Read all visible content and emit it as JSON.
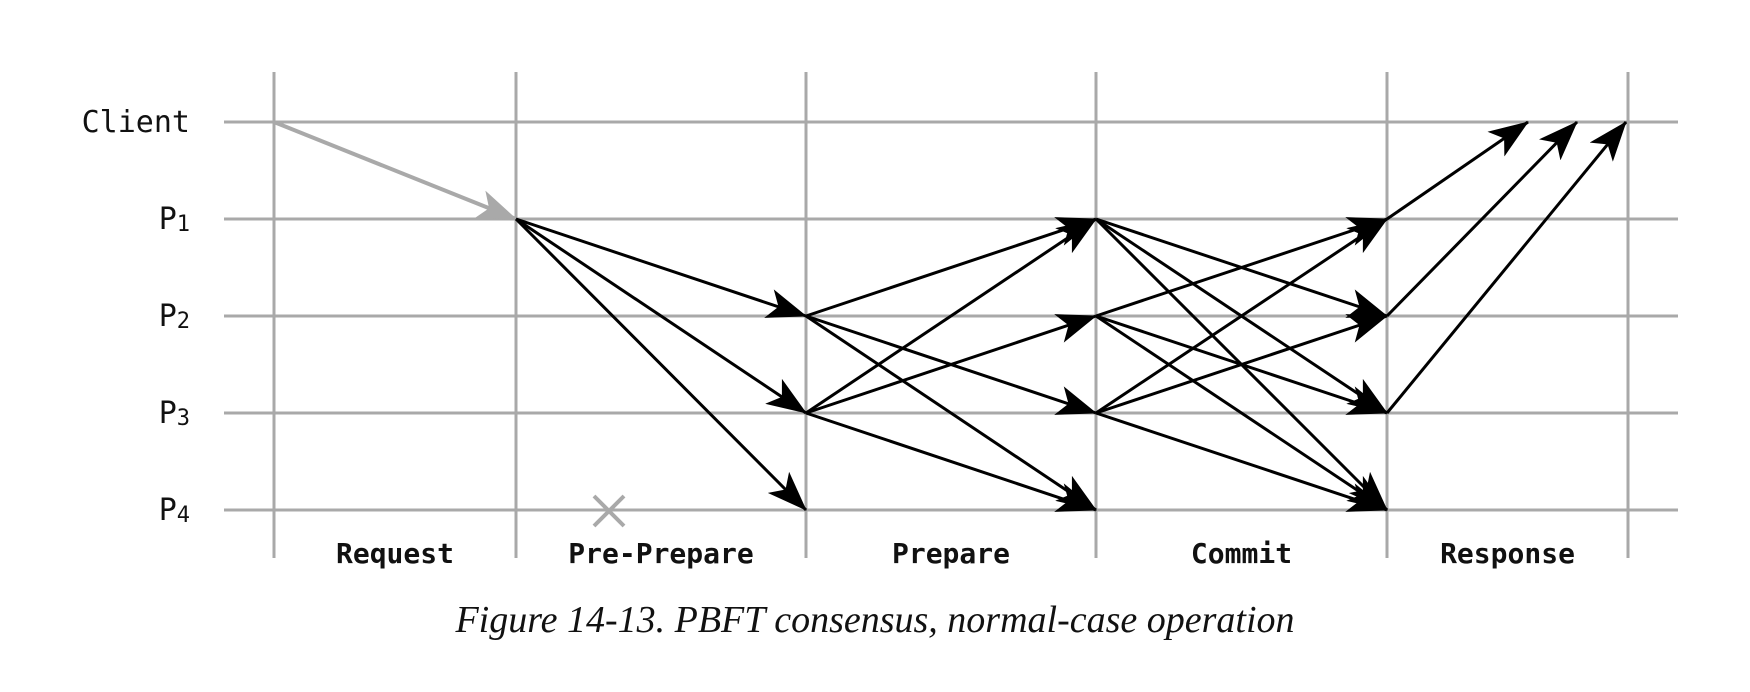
{
  "diagram": {
    "rows": [
      {
        "id": "client",
        "label": "Client"
      },
      {
        "id": "p1",
        "label": "P",
        "sub": "1"
      },
      {
        "id": "p2",
        "label": "P",
        "sub": "2"
      },
      {
        "id": "p3",
        "label": "P",
        "sub": "3"
      },
      {
        "id": "p4",
        "label": "P",
        "sub": "4",
        "faulty": true
      }
    ],
    "phases": [
      "Request",
      "Pre-Prepare",
      "Prepare",
      "Commit",
      "Response"
    ],
    "messages": [
      {
        "phase": "Request",
        "from": "Client",
        "to": "P1",
        "color": "#a9a9a9"
      },
      {
        "phase": "Pre-Prepare",
        "from": "P1",
        "to": "P2",
        "color": "#000000"
      },
      {
        "phase": "Pre-Prepare",
        "from": "P1",
        "to": "P3",
        "color": "#000000"
      },
      {
        "phase": "Pre-Prepare",
        "from": "P1",
        "to": "P4",
        "color": "#000000"
      },
      {
        "phase": "Prepare",
        "from": "P2",
        "to": "P1",
        "color": "#000000"
      },
      {
        "phase": "Prepare",
        "from": "P2",
        "to": "P3",
        "color": "#000000"
      },
      {
        "phase": "Prepare",
        "from": "P2",
        "to": "P4",
        "color": "#000000"
      },
      {
        "phase": "Prepare",
        "from": "P3",
        "to": "P1",
        "color": "#000000"
      },
      {
        "phase": "Prepare",
        "from": "P3",
        "to": "P2",
        "color": "#000000"
      },
      {
        "phase": "Prepare",
        "from": "P3",
        "to": "P4",
        "color": "#000000"
      },
      {
        "phase": "Commit",
        "from": "P1",
        "to": "P2",
        "color": "#000000"
      },
      {
        "phase": "Commit",
        "from": "P1",
        "to": "P3",
        "color": "#000000"
      },
      {
        "phase": "Commit",
        "from": "P1",
        "to": "P4",
        "color": "#000000"
      },
      {
        "phase": "Commit",
        "from": "P2",
        "to": "P1",
        "color": "#000000"
      },
      {
        "phase": "Commit",
        "from": "P2",
        "to": "P3",
        "color": "#000000"
      },
      {
        "phase": "Commit",
        "from": "P2",
        "to": "P4",
        "color": "#000000"
      },
      {
        "phase": "Commit",
        "from": "P3",
        "to": "P1",
        "color": "#000000"
      },
      {
        "phase": "Commit",
        "from": "P3",
        "to": "P2",
        "color": "#000000"
      },
      {
        "phase": "Commit",
        "from": "P3",
        "to": "P4",
        "color": "#000000"
      },
      {
        "phase": "Response",
        "from": "P1",
        "to": "Client",
        "color": "#000000"
      },
      {
        "phase": "Response",
        "from": "P2",
        "to": "Client",
        "color": "#000000"
      },
      {
        "phase": "Response",
        "from": "P3",
        "to": "Client",
        "color": "#000000"
      }
    ],
    "grid_color": "#a9a9a9",
    "arrow_color": "#000000",
    "request_arrow_color": "#a9a9a9",
    "faulty_marker_icon": "cross-icon"
  },
  "caption": "Figure 14-13. PBFT consensus, normal-case operation"
}
